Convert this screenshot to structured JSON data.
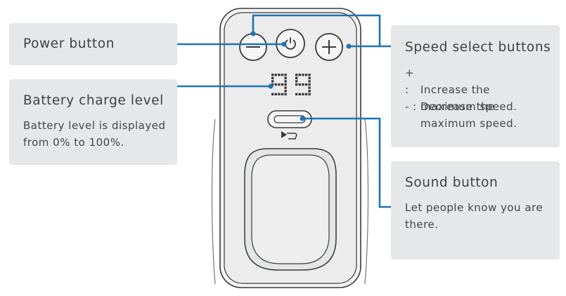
{
  "callouts": {
    "power": {
      "title": "Power button"
    },
    "battery": {
      "title": "Battery charge level",
      "desc": "Battery level is displayed from 0% to 100%."
    },
    "speed": {
      "title": "Speed select buttons",
      "plus_key": "+ :",
      "plus_line1": "Increase the",
      "plus_line2": "maximum speed.",
      "minus_key": "- :",
      "minus_line1": "Decrease the",
      "minus_line2": "maximum speed."
    },
    "sound": {
      "title": "Sound button",
      "desc": "Let people know you are there."
    }
  },
  "display": {
    "value": "99"
  },
  "colors": {
    "leader_line": "#1b75b5",
    "callout_bg": "#e6e7e8",
    "device_stroke": "#3a3a3a",
    "device_fill": "#e9eaeb"
  },
  "icons": [
    "power-icon",
    "plus-icon",
    "minus-icon",
    "horn-icon"
  ]
}
